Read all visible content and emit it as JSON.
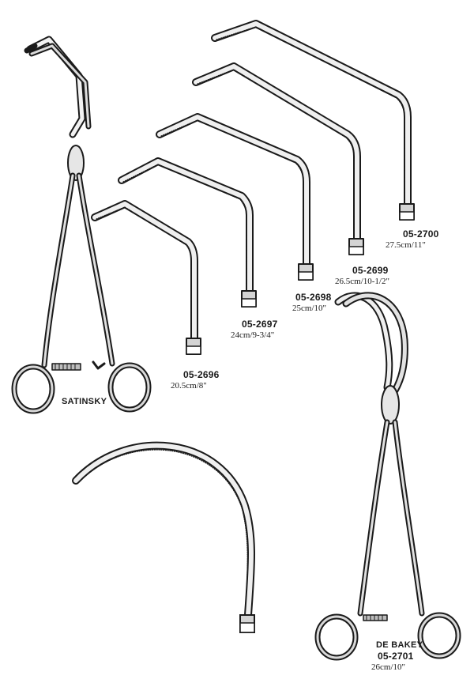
{
  "instruments": [
    {
      "code": "05-2696",
      "size": "20.5cm/8\""
    },
    {
      "code": "05-2697",
      "size": "24cm/9-3/4\""
    },
    {
      "code": "05-2698",
      "size": "25cm/10\""
    },
    {
      "code": "05-2699",
      "size": "26.5cm/10-1/2\""
    },
    {
      "code": "05-2700",
      "size": "27.5cm/11\""
    },
    {
      "code": "05-2701",
      "size": "26cm/10\""
    }
  ],
  "names": {
    "satinsky": "SATINSKY",
    "debakey": "DE BAKEY"
  },
  "colors": {
    "ink": "#1a1a1a",
    "steel": "#6b6b6b",
    "highlight": "#ffffff"
  }
}
